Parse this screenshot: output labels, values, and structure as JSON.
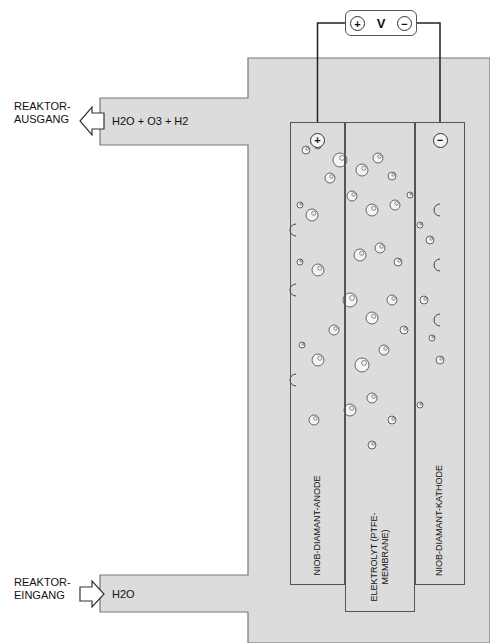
{
  "diagram": {
    "nodes": [
      {
        "text": [
          "+",
          "V",
          "−"
        ]
      },
      {
        "text": [
          "NIOB-DIAMANT-ANODE"
        ]
      },
      {
        "text": [
          "ELEKTROLYT (PTFE-MEMBRANE)"
        ]
      },
      {
        "text": [
          "NIOB-DIAMANT-KATHODE"
        ]
      }
    ],
    "edges": [
      {
        "from": 0,
        "to": 1,
        "arrow": "none"
      },
      {
        "from": 0,
        "to": 3,
        "arrow": "none"
      }
    ],
    "labels": [
      "REAKTOR- AUSGANG",
      "H2O + O3 + H2",
      "REAKTOR- EINGANG",
      "H2O",
      "+",
      "−"
    ]
  }
}
